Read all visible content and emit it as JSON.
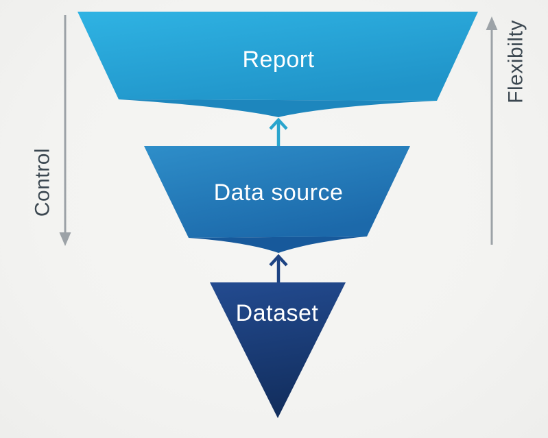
{
  "funnel": {
    "layers": [
      {
        "label": "Report",
        "color_top": "#2fb3e3",
        "color_bottom": "#2094c9",
        "fold_color": "#1d86bd"
      },
      {
        "label": "Data source",
        "color_top": "#2e8ec9",
        "color_bottom": "#1c69aa",
        "fold_color": "#17599b"
      },
      {
        "label": "Dataset",
        "color_top": "#234b90",
        "color_bottom": "#122e5e"
      }
    ],
    "label_color": "#ffffff",
    "connectors": [
      {
        "name": "datasource-to-report",
        "direction": "up",
        "color": "#2aa5cd"
      },
      {
        "name": "dataset-to-datasource",
        "direction": "up",
        "color": "#1d4383"
      }
    ]
  },
  "axes": {
    "left": {
      "label": "Control",
      "direction": "down",
      "arrow_color": "#9ca2a7",
      "text_color": "#3b4750"
    },
    "right": {
      "label": "Flexibilty",
      "direction": "up",
      "arrow_color": "#9ca2a7",
      "text_color": "#3b4750"
    }
  },
  "background_color": "#f3f3f1"
}
